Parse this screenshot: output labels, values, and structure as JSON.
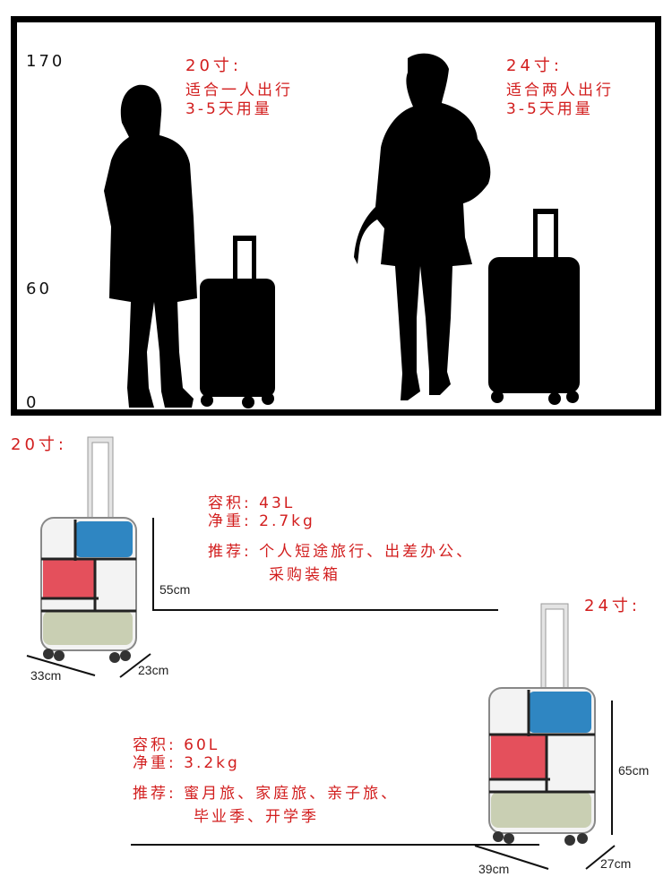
{
  "top_panel": {
    "scale_labels": {
      "top": "170",
      "middle": "60",
      "bottom": "0"
    },
    "small_caption": {
      "size": "20寸:",
      "line1": "适合一人出行",
      "line2": "3-5天用量"
    },
    "large_caption": {
      "size": "24寸:",
      "line1": "适合两人出行",
      "line2": "3-5天用量"
    }
  },
  "small_case": {
    "title": "20寸:",
    "capacity": "容积: 43L",
    "weight": "净重: 2.7kg",
    "recommend_line1": "推荐: 个人短途旅行、出差办公、",
    "recommend_line2": "采购装箱",
    "height": "55cm",
    "width": "33cm",
    "depth": "23cm"
  },
  "large_case": {
    "title": "24寸:",
    "capacity": "容积: 60L",
    "weight": "净重: 3.2kg",
    "recommend_line1": "推荐: 蜜月旅、家庭旅、亲子旅、",
    "recommend_line2": "毕业季、开学季",
    "height": "65cm",
    "width": "39cm",
    "depth": "27cm"
  },
  "colors": {
    "accent_red": "#d21e1e",
    "case_blue": "#2f86c2",
    "case_red": "#e4505c",
    "case_green": "#c9cfb3",
    "silhouette": "#000000"
  }
}
